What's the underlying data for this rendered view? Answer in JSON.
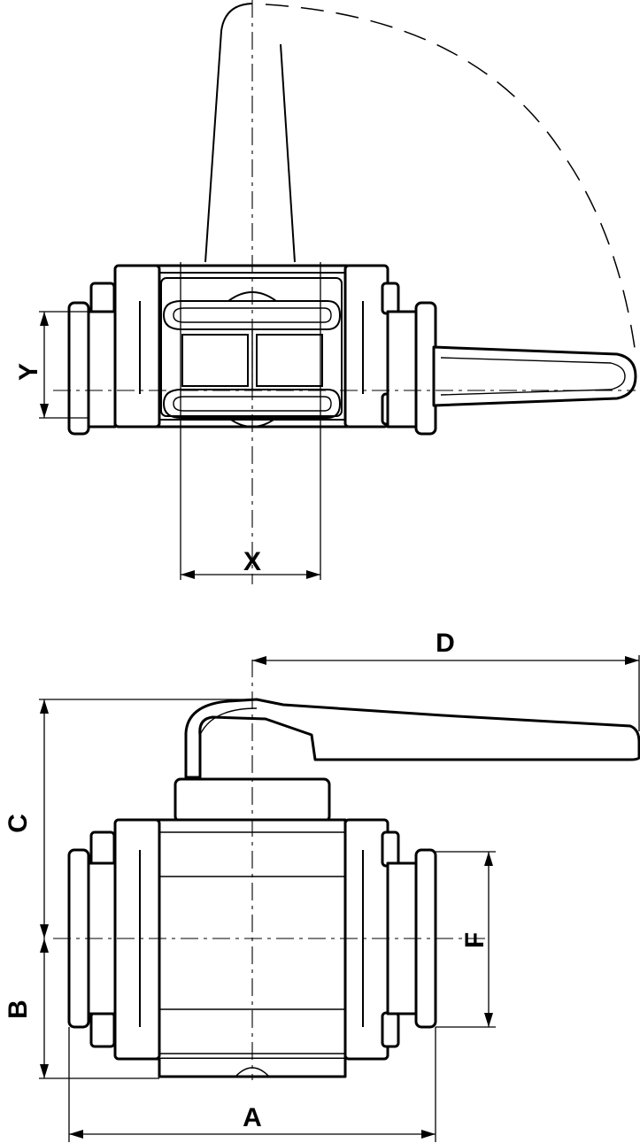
{
  "labels": {
    "x": "X",
    "y": "Y",
    "a": "A",
    "b": "B",
    "c": "C",
    "d": "D",
    "f": "F"
  }
}
